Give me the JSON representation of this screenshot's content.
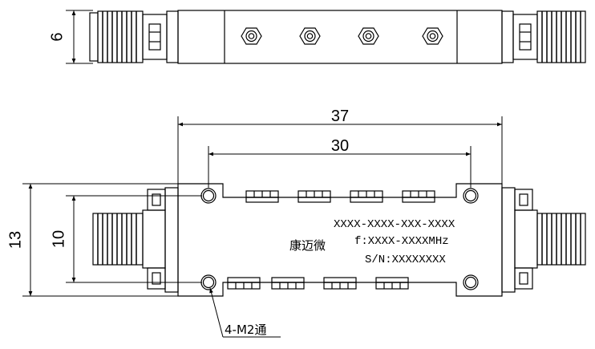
{
  "dimensions": {
    "top_height": "6",
    "overall_length": "37",
    "hole_spacing": "30",
    "overall_height": "13",
    "hole_vertical": "10"
  },
  "label": {
    "brand": "康迈微",
    "part_number": "XXXX-XXXX-XXX-XXXX",
    "frequency": "f:XXXX-XXXXMHz",
    "serial": "S/N:XXXXXXXX"
  },
  "callout": {
    "holes": "4-M2通"
  }
}
